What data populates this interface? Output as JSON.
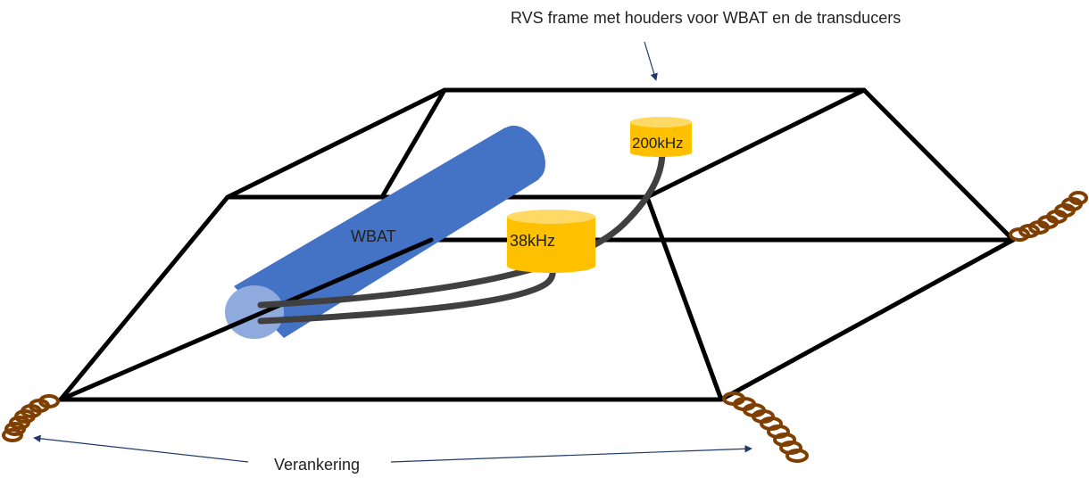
{
  "labels": {
    "frame_note": "RVS frame met houders voor WBAT en de transducers",
    "wbat": "WBAT",
    "transducer_38": "38kHz",
    "transducer_200": "200kHz",
    "anchoring": "Verankering"
  },
  "colors": {
    "frame": "#000000",
    "wbat_body": "#4472c4",
    "wbat_end": "#8faadc",
    "transducer_body": "#ffc000",
    "transducer_top": "#ffd966",
    "cable": "#404040",
    "anchor_chain": "#7f3f00",
    "annotation_arrow": "#1f3a68"
  }
}
